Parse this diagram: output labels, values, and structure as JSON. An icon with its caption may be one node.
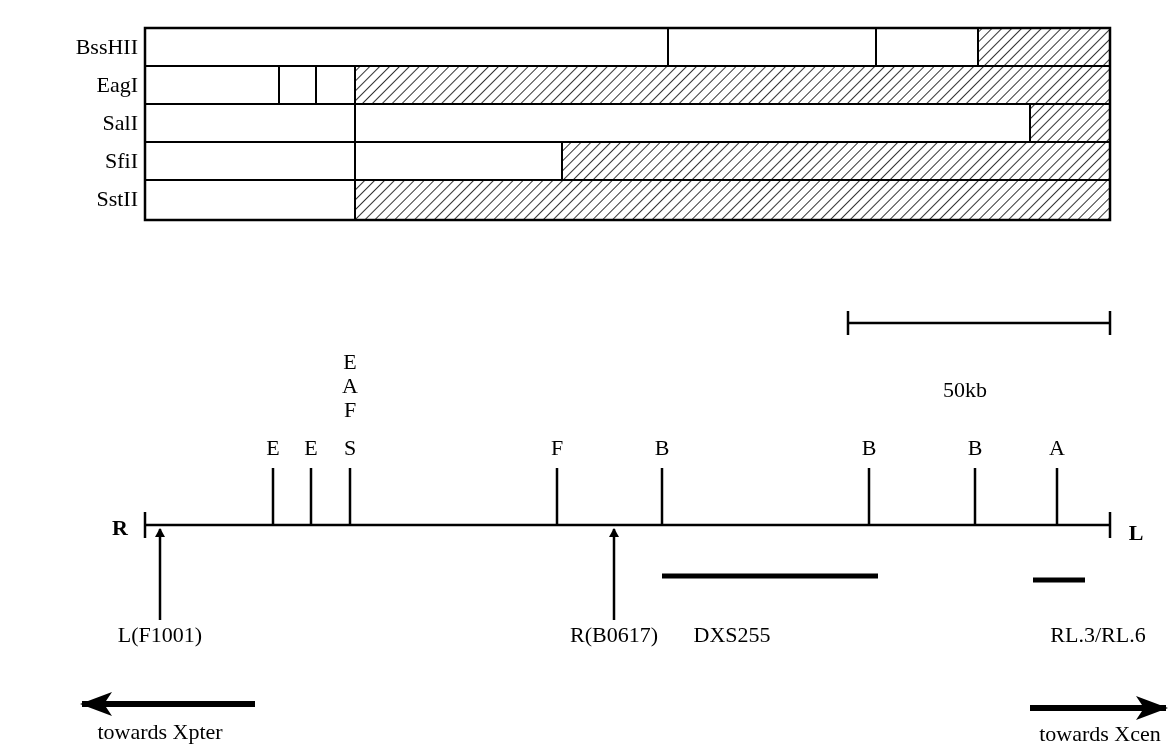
{
  "diagram": {
    "nodes": [
      {
        "text": [
          "L(F1001)"
        ]
      },
      {
        "text": [
          "R(B0617)"
        ]
      }
    ],
    "edges": [
      {
        "from": 0,
        "to": null,
        "arrow": "to"
      },
      {
        "from": 1,
        "to": null,
        "arrow": "to"
      }
    ],
    "labels": [
      "BssHII",
      "EagI",
      "SalI",
      "SfiI",
      "SstII",
      "E",
      "A",
      "50kb",
      "F",
      "E",
      "E",
      "S",
      "F",
      "B",
      "B",
      "B",
      "A",
      "R",
      "L",
      "DXS255",
      "RL.3/RL.6",
      "towards Xpter",
      "towards Xcen"
    ]
  }
}
